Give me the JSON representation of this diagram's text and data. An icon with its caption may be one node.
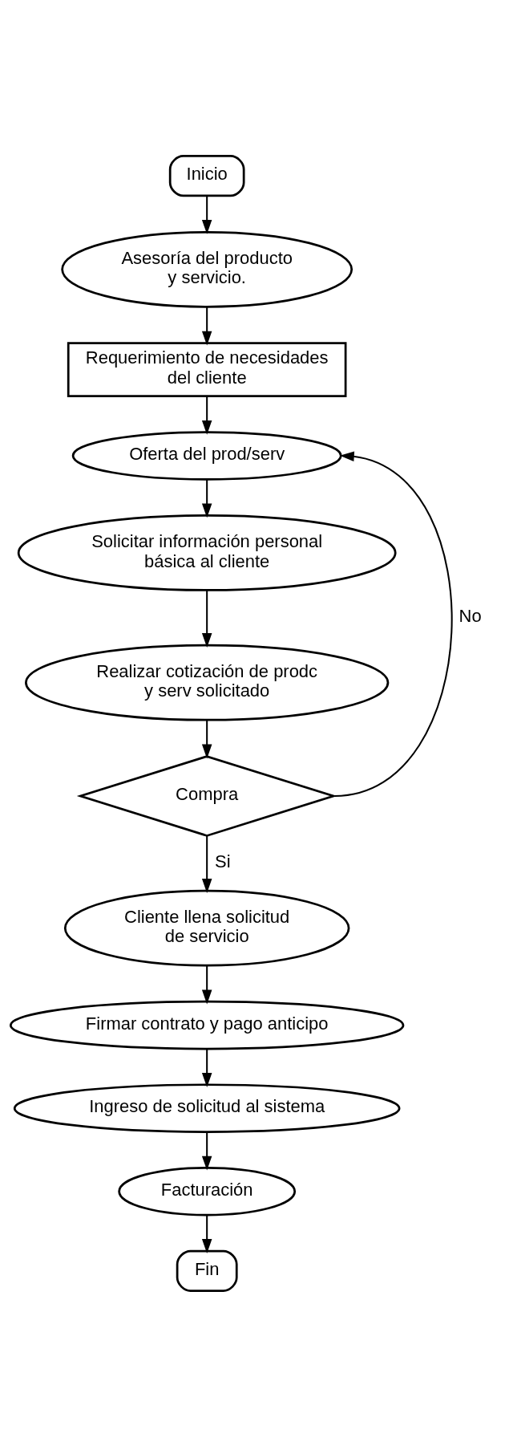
{
  "diagram": {
    "nodes": [
      {
        "text": [
          "Inicio"
        ]
      },
      {
        "text": [
          "Asesoría del producto y servicio."
        ]
      },
      {
        "text": [
          "Requerimiento de necesidades del cliente"
        ]
      },
      {
        "text": [
          "Oferta del prod/serv"
        ]
      },
      {
        "text": [
          "Solicitar información personal básica al cliente"
        ]
      },
      {
        "text": [
          "Realizar cotización de prodc y serv solicitado"
        ]
      },
      {
        "text": [
          "Compra"
        ]
      },
      {
        "text": [
          "Cliente llena solicitud de servicio"
        ]
      },
      {
        "text": [
          "Firmar contrato y pago anticipo"
        ]
      },
      {
        "text": [
          "Ingreso de solicitud al sistema"
        ]
      },
      {
        "text": [
          "Facturación"
        ]
      },
      {
        "text": [
          "Fin"
        ]
      }
    ],
    "edges": [
      {
        "from": 0,
        "to": 1,
        "arrow": "to"
      },
      {
        "from": 1,
        "to": 2,
        "arrow": "to"
      },
      {
        "from": 2,
        "to": 3,
        "arrow": "to"
      },
      {
        "from": 3,
        "to": 4,
        "arrow": "to"
      },
      {
        "from": 4,
        "to": 5,
        "arrow": "to"
      },
      {
        "from": 5,
        "to": 6,
        "arrow": "to"
      },
      {
        "from": 6,
        "to": 3,
        "arrow": "to",
        "label": "No"
      },
      {
        "from": 6,
        "to": 7,
        "arrow": "to",
        "label": "Si"
      },
      {
        "from": 7,
        "to": 8,
        "arrow": "to"
      },
      {
        "from": 8,
        "to": 9,
        "arrow": "to"
      },
      {
        "from": 9,
        "to": 10,
        "arrow": "to"
      },
      {
        "from": 10,
        "to": 11,
        "arrow": "to"
      }
    ]
  }
}
